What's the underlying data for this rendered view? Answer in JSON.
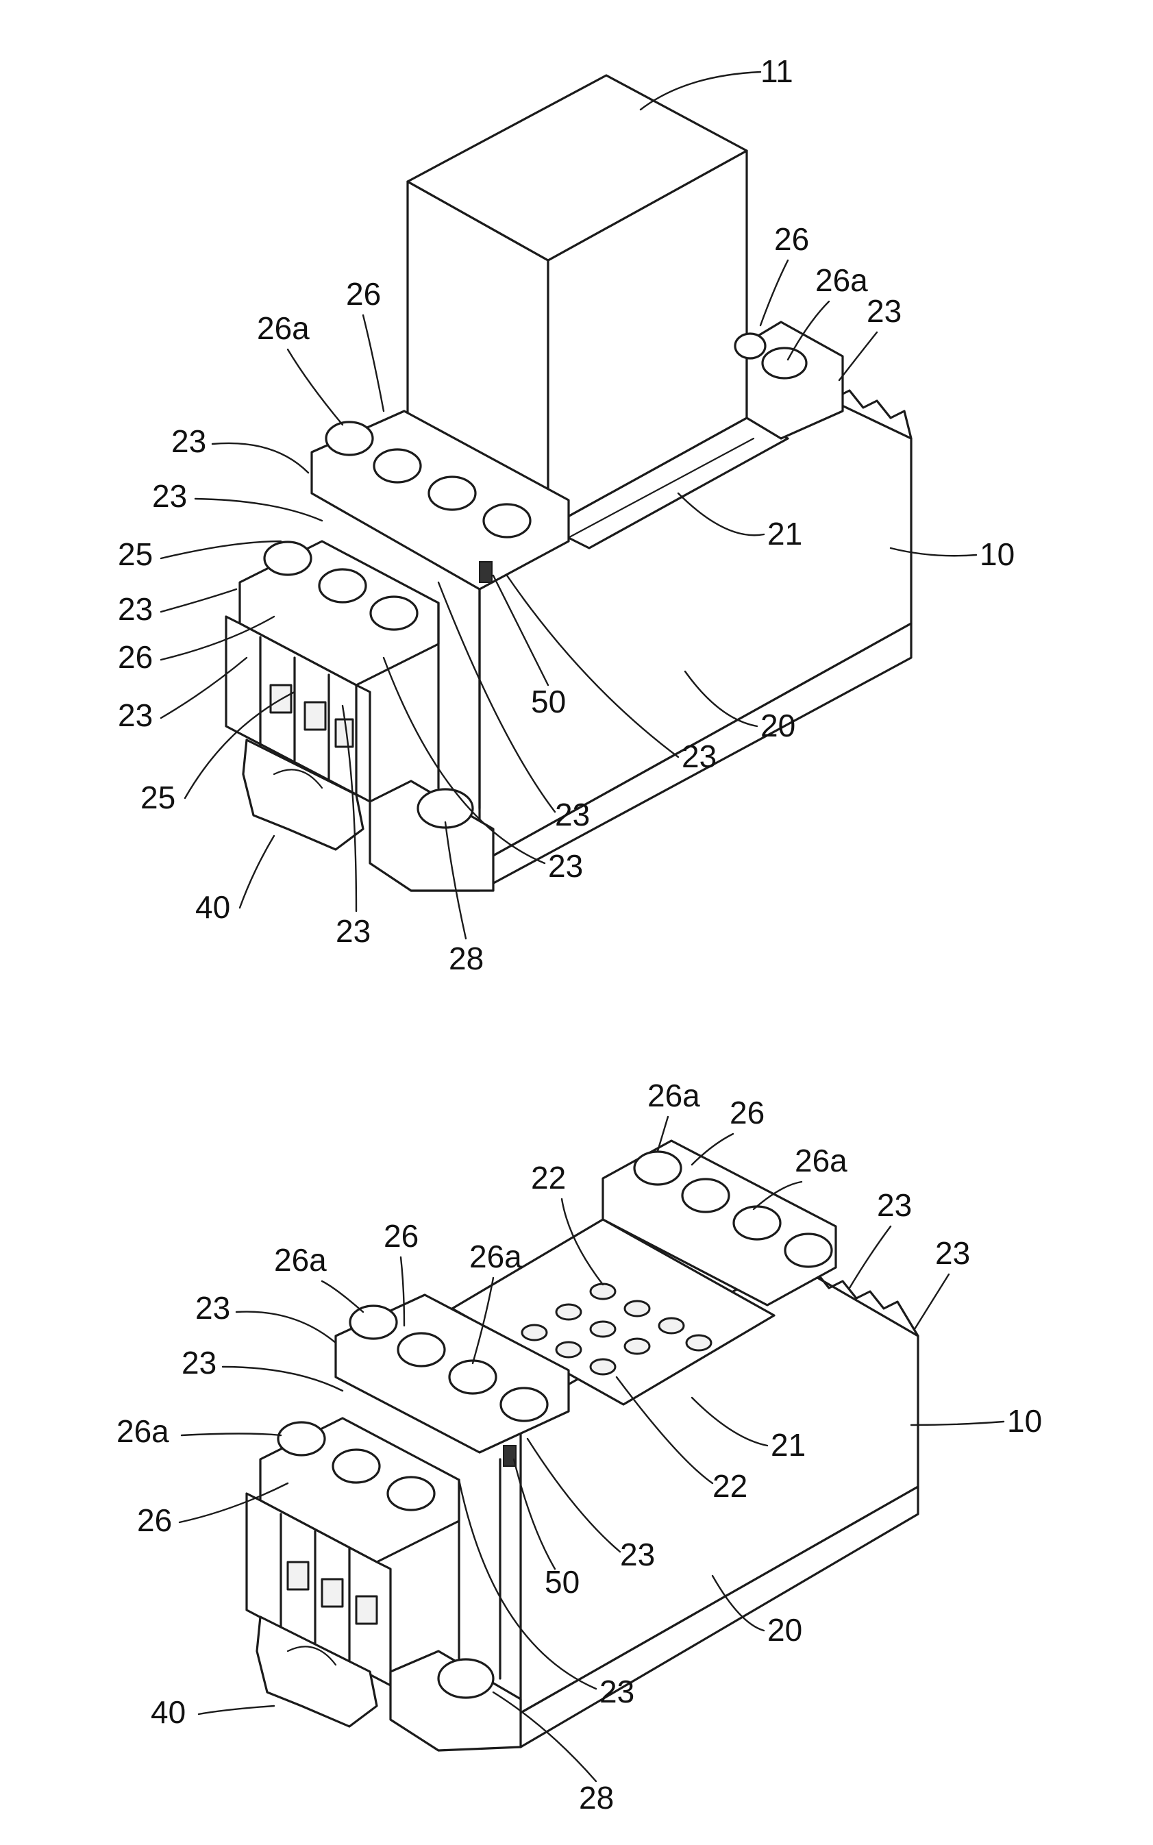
{
  "labels": {
    "fig1": {
      "l11": "11",
      "l26_right": "26",
      "l26a_right": "26a",
      "l23_right": "23",
      "l26_top": "26",
      "l26a_top": "26a",
      "l23_a": "23",
      "l23_b": "23",
      "l25_a": "25",
      "l23_c": "23",
      "l26_left": "26",
      "l23_d": "23",
      "l21": "21",
      "l10": "10",
      "l50": "50",
      "l20": "20",
      "l23_e": "23",
      "l25_b": "25",
      "l23_f": "23",
      "l23_g": "23",
      "l40": "40",
      "l23_h": "23",
      "l28": "28"
    },
    "fig2": {
      "l26a_top": "26a",
      "l26_top": "26",
      "l22_top": "22",
      "l26a_topr": "26a",
      "l23_r1": "23",
      "l23_r2": "23",
      "l26a_l": "26a",
      "l26_l": "26",
      "l26a_m": "26a",
      "l23_a": "23",
      "l23_b": "23",
      "l26a_left": "26a",
      "l10": "10",
      "l21": "21",
      "l26_left": "26",
      "l22_bottom": "22",
      "l23_c": "23",
      "l50": "50",
      "l20": "20",
      "l40": "40",
      "l23_d": "23",
      "l28": "28"
    }
  }
}
